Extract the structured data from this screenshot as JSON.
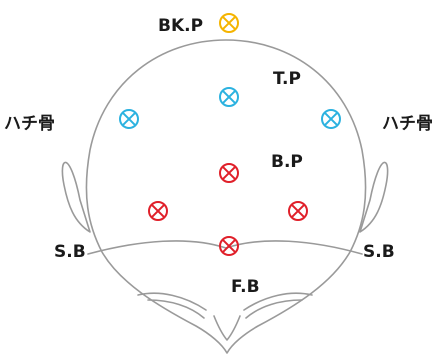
{
  "labels": {
    "bk_p": "BK.P",
    "t_p": "T.P",
    "b_p": "B.P",
    "f_b": "F.B",
    "hachi_left": "ハチ骨",
    "hachi_right": "ハチ骨",
    "s_b_left": "S.B",
    "s_b_right": "S.B"
  },
  "colors": {
    "yellow": "#f5b400",
    "cyan": "#2cb2e0",
    "red": "#e0202a",
    "outline": "#9a9a9a"
  },
  "markers": [
    {
      "name": "marker-bk-p",
      "color": "yellow",
      "icon": "cross-circle-icon"
    },
    {
      "name": "marker-t-p",
      "color": "cyan",
      "icon": "cross-circle-icon"
    },
    {
      "name": "marker-hachi-left",
      "color": "cyan",
      "icon": "cross-circle-icon"
    },
    {
      "name": "marker-hachi-right",
      "color": "cyan",
      "icon": "cross-circle-icon"
    },
    {
      "name": "marker-b-p",
      "color": "red",
      "icon": "cross-circle-icon"
    },
    {
      "name": "marker-s-b-left",
      "color": "red",
      "icon": "cross-circle-icon"
    },
    {
      "name": "marker-s-b-right",
      "color": "red",
      "icon": "cross-circle-icon"
    },
    {
      "name": "marker-f-b",
      "color": "red",
      "icon": "cross-circle-icon"
    }
  ]
}
